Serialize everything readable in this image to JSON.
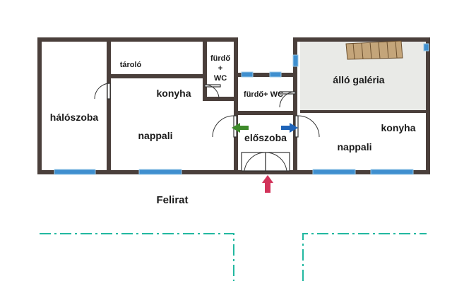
{
  "rooms": {
    "halo": "hálószoba",
    "tarolo": "tároló",
    "furdo_wc_1_line1": "fürdő",
    "furdo_wc_1_line2": "+",
    "furdo_wc_1_line3": "WC",
    "konyha_1": "konyha",
    "nappali_1": "nappali",
    "furdo_wc_2": "fürdő+ WC",
    "eloszoba": "előszoba",
    "allo_galeria": "álló galéria",
    "konyha_2": "konyha",
    "nappali_2": "nappali"
  },
  "caption": "Felirat",
  "colors": {
    "wall": "#4a3f3b",
    "window": "#3f8fcf",
    "gallery_fill": "#e9eae7",
    "arrow_entry": "#d2335a",
    "arrow_left": "#3d8a2a",
    "arrow_right": "#1e63b8",
    "axis_line": "#22b8a0"
  }
}
